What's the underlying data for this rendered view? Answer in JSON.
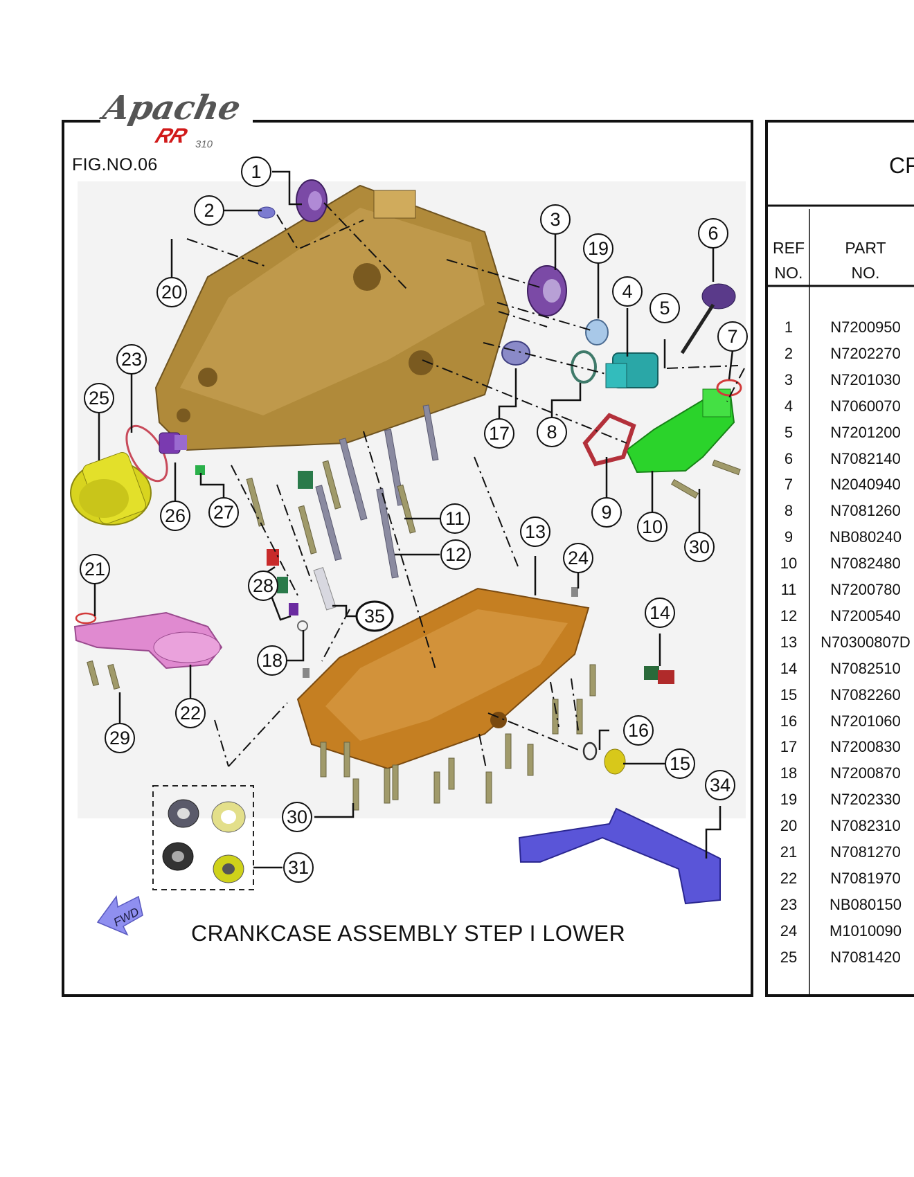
{
  "figure_number": "FIG.NO.06",
  "caption": "CRANKCASE ASSEMBLY STEP I LOWER",
  "logo": {
    "word": "Apache",
    "sub": "RR",
    "model": "310"
  },
  "fwd_label": "FWD",
  "table": {
    "title_visible": "CF",
    "headers": {
      "ref_line1": "REF",
      "ref_line2": "NO.",
      "part_line1": "PART",
      "part_line2": "NO."
    },
    "rows": [
      {
        "ref": "1",
        "part_no": "N7200950"
      },
      {
        "ref": "2",
        "part_no": "N7202270"
      },
      {
        "ref": "3",
        "part_no": "N7201030"
      },
      {
        "ref": "4",
        "part_no": "N7060070"
      },
      {
        "ref": "5",
        "part_no": "N7201200"
      },
      {
        "ref": "6",
        "part_no": "N7082140"
      },
      {
        "ref": "7",
        "part_no": "N2040940"
      },
      {
        "ref": "8",
        "part_no": "N7081260"
      },
      {
        "ref": "9",
        "part_no": "NB080240"
      },
      {
        "ref": "10",
        "part_no": "N7082480"
      },
      {
        "ref": "11",
        "part_no": "N7200780"
      },
      {
        "ref": "12",
        "part_no": "N7200540"
      },
      {
        "ref": "13",
        "part_no": "N70300807D"
      },
      {
        "ref": "14",
        "part_no": "N7082510"
      },
      {
        "ref": "15",
        "part_no": "N7082260"
      },
      {
        "ref": "16",
        "part_no": "N7201060"
      },
      {
        "ref": "17",
        "part_no": "N7200830"
      },
      {
        "ref": "18",
        "part_no": "N7200870"
      },
      {
        "ref": "19",
        "part_no": "N7202330"
      },
      {
        "ref": "20",
        "part_no": "N7082310"
      },
      {
        "ref": "21",
        "part_no": "N7081270"
      },
      {
        "ref": "22",
        "part_no": "N7081970"
      },
      {
        "ref": "23",
        "part_no": "NB080150"
      },
      {
        "ref": "24",
        "part_no": "M1010090"
      },
      {
        "ref": "25",
        "part_no": "N7081420"
      }
    ]
  },
  "callouts": [
    "1",
    "2",
    "3",
    "4",
    "5",
    "6",
    "7",
    "8",
    "9",
    "10",
    "11",
    "12",
    "13",
    "14",
    "15",
    "16",
    "17",
    "18",
    "19",
    "20",
    "21",
    "22",
    "23",
    "24",
    "25",
    "26",
    "27",
    "28",
    "29",
    "30",
    "30",
    "31",
    "34",
    "35"
  ],
  "colors": {
    "upper_case": "#b08a3a",
    "lower_case": "#c57f22",
    "oil_filter": "#e3e02a",
    "pickup": "#e08ad0",
    "green_cover": "#2bd32b",
    "bracket": "#5a55d8",
    "teal_pump": "#2aa7a7",
    "purple_seal": "#7b4aa6",
    "fwd_arrow": "#8f8ff0"
  }
}
